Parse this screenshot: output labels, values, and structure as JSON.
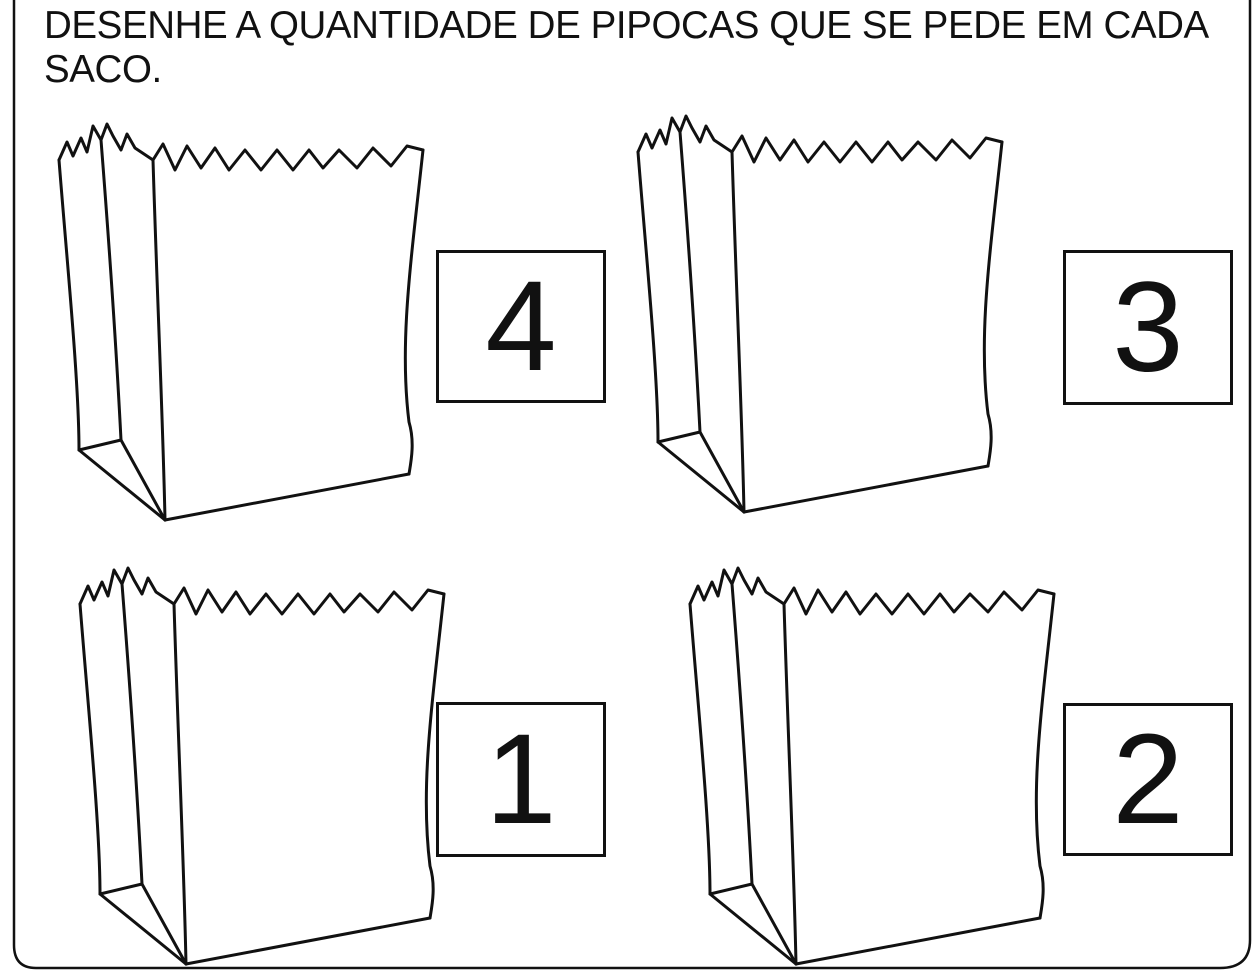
{
  "worksheet": {
    "instruction": "DESENHE A QUANTIDADE DE PIPOCAS QUE SE PEDE EM CADA\nSACO.",
    "items": [
      {
        "icon": "paper-bag-icon",
        "count": "4"
      },
      {
        "icon": "paper-bag-icon",
        "count": "3"
      },
      {
        "icon": "paper-bag-icon",
        "count": "1"
      },
      {
        "icon": "paper-bag-icon",
        "count": "2"
      }
    ]
  }
}
